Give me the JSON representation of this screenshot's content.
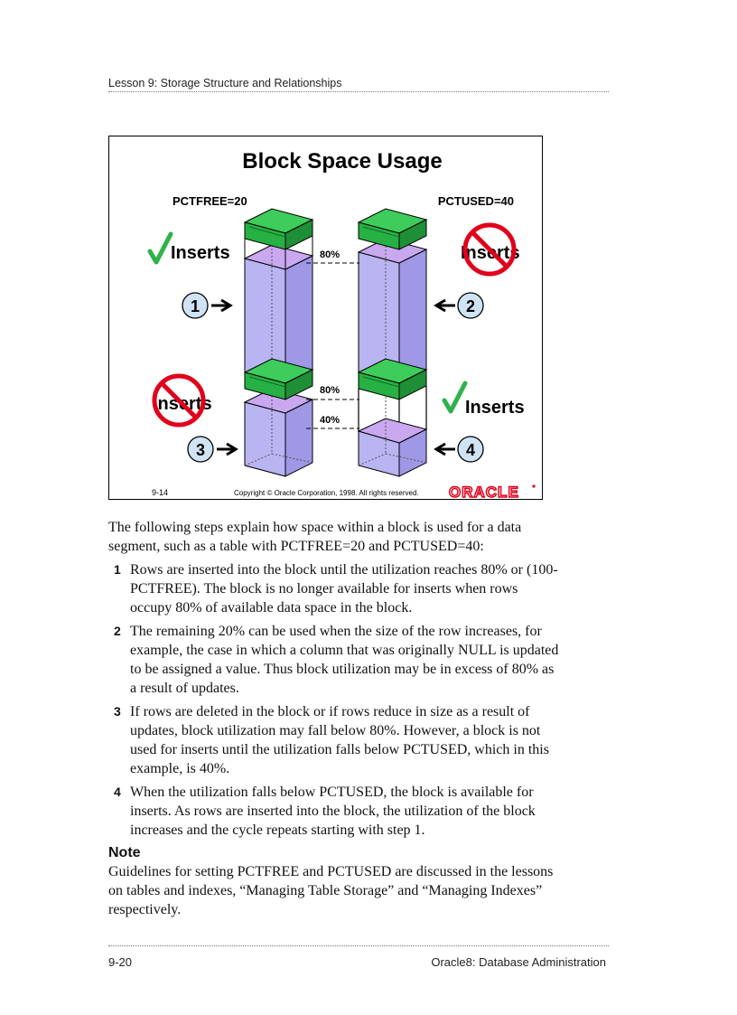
{
  "header": {
    "lesson": "Lesson 9: Storage Structure and Relationships"
  },
  "slide": {
    "title": "Block Space Usage",
    "pctfree_label": "PCTFREE=20",
    "pctused_label": "PCTUSED=40",
    "inserts_1": "Inserts",
    "inserts_2": "Inserts",
    "inserts_3": "Inserts",
    "inserts_4": "Inserts",
    "pct80_top": "80%",
    "pct80_bottom": "80%",
    "pct40": "40%",
    "step1": "1",
    "step2": "2",
    "step3": "3",
    "step4": "4",
    "slide_number": "9-14",
    "copyright": "Copyright © Oracle Corporation, 1998. All rights reserved.",
    "logo_text": "ORACLE",
    "colors": {
      "green": "#2eb34a",
      "lavender": "#c9a8f0",
      "blue": "#a8b0f0",
      "red": "#e0001b",
      "step_circle": "#cfe3f5"
    }
  },
  "body": {
    "intro": "The following steps explain how space within a block is used for a data segment, such as a table with PCTFREE=20 and PCTUSED=40:",
    "steps": [
      {
        "num": "1",
        "text": "Rows are inserted into the block until the utilization reaches 80% or (100-PCTFREE). The block is no longer available for inserts when rows occupy 80% of available data space in the block."
      },
      {
        "num": "2",
        "text": "The remaining 20% can be used when the size of the row increases, for example, the case in which a column that was originally NULL is updated to be assigned a value. Thus block utilization may be in excess of 80% as a result of updates."
      },
      {
        "num": "3",
        "text": "If rows are deleted in the block or if rows reduce in size as a result of updates, block utilization may fall below 80%. However, a block is not used for inserts until the utilization falls below PCTUSED, which in this example, is 40%."
      },
      {
        "num": "4",
        "text": "When the utilization falls below PCTUSED, the block is available for inserts. As rows are inserted into the block, the utilization of the block increases and the cycle repeats starting with step 1."
      }
    ],
    "note_heading": "Note",
    "note_text": "Guidelines for setting PCTFREE and PCTUSED are discussed in the lessons on tables and indexes, “Managing Table Storage” and “Managing Indexes” respectively."
  },
  "footer": {
    "page": "9-20",
    "title": "Oracle8: Database Administration"
  }
}
